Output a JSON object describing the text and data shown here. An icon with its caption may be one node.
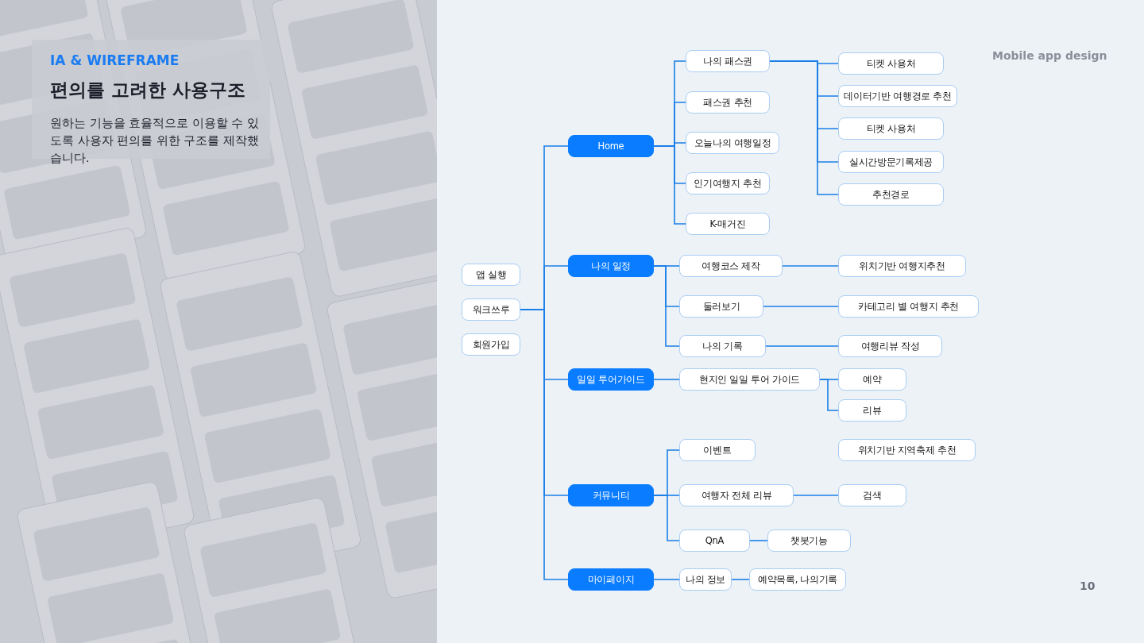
{
  "diagram": {
    "title": "편의를 고려한 사용구조",
    "nodes": [
      {
        "text": [
          "앱 실행"
        ]
      },
      {
        "text": [
          "워크쓰루"
        ]
      },
      {
        "text": [
          "회원가입"
        ]
      },
      {
        "text": [
          "Home"
        ]
      },
      {
        "text": [
          "나의 패스권"
        ]
      },
      {
        "text": [
          "패스권 추천"
        ]
      },
      {
        "text": [
          "오늘나의 여행일정"
        ]
      },
      {
        "text": [
          "인기여행지 추천"
        ]
      },
      {
        "text": [
          "K-매거진"
        ]
      },
      {
        "text": [
          "티켓 사용처"
        ]
      },
      {
        "text": [
          "데이터기반 여행경로 추천"
        ]
      },
      {
        "text": [
          "티켓 사용처"
        ]
      },
      {
        "text": [
          "실시간방문기록제공"
        ]
      },
      {
        "text": [
          "추천경로"
        ]
      },
      {
        "text": [
          "나의 일정"
        ]
      },
      {
        "text": [
          "여행코스 제작"
        ]
      },
      {
        "text": [
          "위치기반 여행지추천"
        ]
      },
      {
        "text": [
          "둘러보기"
        ]
      },
      {
        "text": [
          "카테고리 별 여행지 추천"
        ]
      },
      {
        "text": [
          "나의 기록"
        ]
      },
      {
        "text": [
          "여행리뷰 작성"
        ]
      },
      {
        "text": [
          "일일 투어가이드"
        ]
      },
      {
        "text": [
          "현지인 일일 투어 가이드"
        ]
      },
      {
        "text": [
          "예약"
        ]
      },
      {
        "text": [
          "리뷰"
        ]
      },
      {
        "text": [
          "커뮤니티"
        ]
      },
      {
        "text": [
          "이벤트"
        ]
      },
      {
        "text": [
          "위치기반 지역축제 추천"
        ]
      },
      {
        "text": [
          "여행자 전체 리뷰"
        ]
      },
      {
        "text": [
          "검색"
        ]
      },
      {
        "text": [
          "QnA"
        ]
      },
      {
        "text": [
          "챗봇기능"
        ]
      },
      {
        "text": [
          "마이페이지"
        ]
      },
      {
        "text": [
          "나의 정보"
        ]
      },
      {
        "text": [
          "예약목록, 나의기록"
        ]
      }
    ],
    "edges": [
      {
        "from": 1,
        "to": 3,
        "arrow": "none"
      },
      {
        "from": 1,
        "to": 14,
        "arrow": "none"
      },
      {
        "from": 1,
        "to": 21,
        "arrow": "none"
      },
      {
        "from": 1,
        "to": 25,
        "arrow": "none"
      },
      {
        "from": 1,
        "to": 32,
        "arrow": "none"
      },
      {
        "from": 3,
        "to": 4,
        "arrow": "none"
      },
      {
        "from": 3,
        "to": 5,
        "arrow": "none"
      },
      {
        "from": 3,
        "to": 6,
        "arrow": "none"
      },
      {
        "from": 3,
        "to": 7,
        "arrow": "none"
      },
      {
        "from": 3,
        "to": 8,
        "arrow": "none"
      },
      {
        "from": 4,
        "to": 9,
        "arrow": "none"
      },
      {
        "from": 4,
        "to": 10,
        "arrow": "none"
      },
      {
        "from": 4,
        "to": 11,
        "arrow": "none"
      },
      {
        "from": 4,
        "to": 12,
        "arrow": "none"
      },
      {
        "from": 4,
        "to": 13,
        "arrow": "none"
      },
      {
        "from": 14,
        "to": 15,
        "arrow": "none"
      },
      {
        "from": 14,
        "to": 17,
        "arrow": "none"
      },
      {
        "from": 14,
        "to": 19,
        "arrow": "none"
      },
      {
        "from": 15,
        "to": 16,
        "arrow": "none"
      },
      {
        "from": 17,
        "to": 18,
        "arrow": "none"
      },
      {
        "from": 19,
        "to": 20,
        "arrow": "none"
      },
      {
        "from": 21,
        "to": 22,
        "arrow": "none"
      },
      {
        "from": 22,
        "to": 23,
        "arrow": "none"
      },
      {
        "from": 22,
        "to": 24,
        "arrow": "none"
      },
      {
        "from": 25,
        "to": 26,
        "arrow": "none"
      },
      {
        "from": 25,
        "to": 28,
        "arrow": "none"
      },
      {
        "from": 25,
        "to": 30,
        "arrow": "none"
      },
      {
        "from": 28,
        "to": 29,
        "arrow": "none"
      },
      {
        "from": 30,
        "to": 31,
        "arrow": "none"
      },
      {
        "from": 32,
        "to": 33,
        "arrow": "none"
      },
      {
        "from": 33,
        "to": 34,
        "arrow": "none"
      }
    ],
    "labels": [
      "IA & WIREFRAME",
      "원하는 기능을 효율적으로 이용할 수 있도록 사용자 편의를 위한 구조를 제작했습니다.",
      "Mobile app design",
      "10"
    ]
  }
}
